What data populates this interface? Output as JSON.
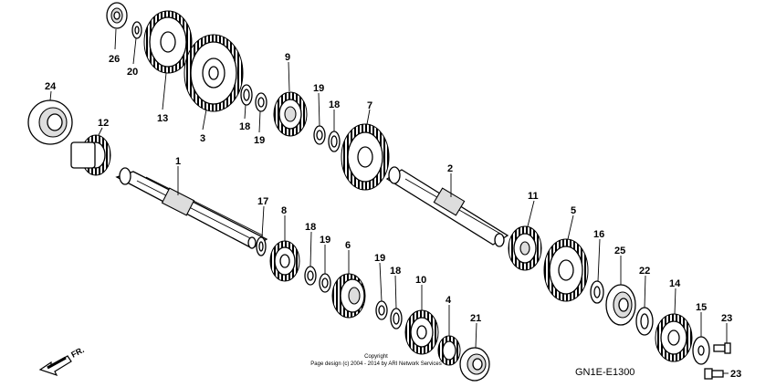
{
  "diagram": {
    "code": "GN1E-E1300",
    "copyright_line1": "Copyright",
    "copyright_line2": "Page design (c) 2004 - 2014 by ARI Network Services",
    "direction_label": "FR."
  },
  "callouts": [
    "26",
    "20",
    "13",
    "3",
    "9",
    "19",
    "18",
    "18",
    "19",
    "7",
    "24",
    "12",
    "1",
    "2",
    "17",
    "8",
    "18",
    "19",
    "6",
    "19",
    "18",
    "10",
    "4",
    "21",
    "11",
    "5",
    "16",
    "25",
    "22",
    "14",
    "15",
    "23",
    "23"
  ]
}
